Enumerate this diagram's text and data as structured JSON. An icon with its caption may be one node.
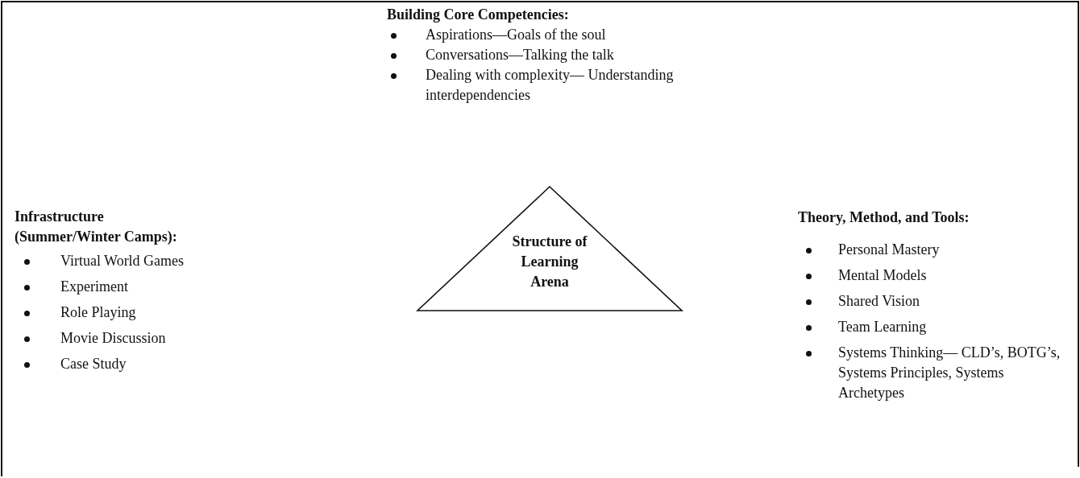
{
  "diagram": {
    "nodes": [
      {
        "text": [
          "Structure of Learning Arena"
        ]
      }
    ],
    "edges": [],
    "labels": [
      "Building Core Competencies:",
      "Aspirations—Goals of the soul",
      "Conversations—Talking the talk",
      "Dealing with complexity— Understanding interdependencies",
      "Infrastructure (Summer/Winter Camps):",
      "Virtual World Games",
      "Experiment",
      "Role Playing",
      "Movie Discussion",
      "Case Study",
      "Theory, Method, and Tools:",
      "Personal Mastery",
      "Mental Models",
      "Shared Vision",
      "Team Learning",
      "Systems Thinking— CLD’s, BOTG’s, Systems Principles, Systems Archetypes"
    ]
  }
}
